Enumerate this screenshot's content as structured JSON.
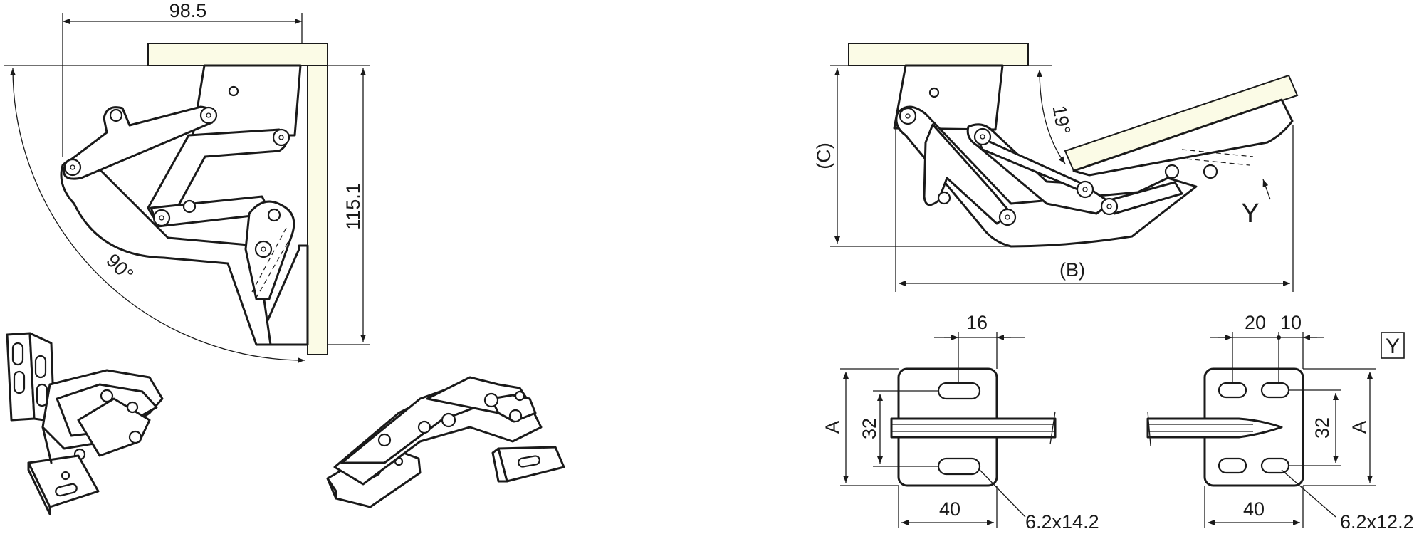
{
  "views": {
    "side_open_90": {
      "dimensions": {
        "width": "98.5",
        "height": "115.1",
        "angle": "90°"
      }
    },
    "side_open_19": {
      "dimensions": {
        "height": "(C)",
        "width": "(B)",
        "angle": "19°",
        "view_marker": "Y"
      }
    },
    "plate_single": {
      "dimensions": {
        "top": "16",
        "bottom": "40",
        "pitch": "32",
        "side": "A",
        "slot": "6.2x14.2"
      }
    },
    "plate_double": {
      "dimensions": {
        "top_left": "20",
        "top_right": "10",
        "bottom": "40",
        "pitch": "32",
        "side": "A",
        "slot": "6.2x12.2",
        "view_tag": "Y"
      }
    }
  },
  "colors": {
    "panel": "#fbfbe6",
    "line": "#1a1a1a"
  }
}
